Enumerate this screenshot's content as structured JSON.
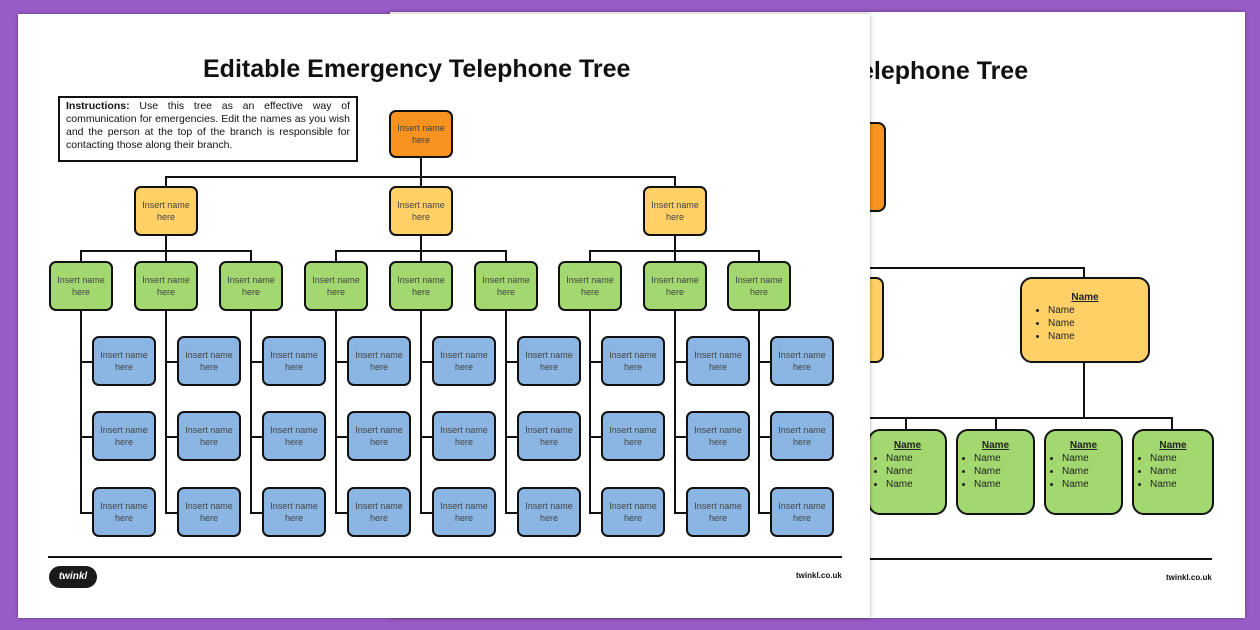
{
  "front": {
    "title": "Editable Emergency Telephone Tree",
    "instructions_bold": "Instructions:",
    "instructions_text": " Use this tree as an effective way of communication for emergencies. Edit the names as you wish and the person at the top of the branch is responsible for contacting those along their branch.",
    "node_text": "Insert name here",
    "footer_url": "twinkl.co.uk",
    "logo_text": "twinkl"
  },
  "back": {
    "title_visible": "elephone Tree",
    "header_label": "Name",
    "item_label": "Name",
    "footer_url": "twinkl.co.uk"
  },
  "colors": {
    "background": "#9a5cc6",
    "orange": "#f7931e",
    "yellow": "#ffd066",
    "green": "#a3d870",
    "blue": "#8bb6e3"
  }
}
